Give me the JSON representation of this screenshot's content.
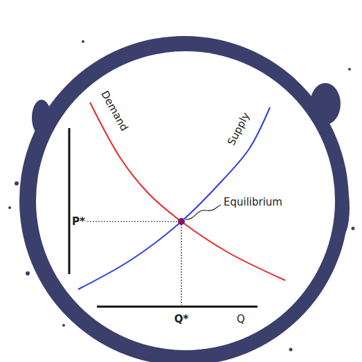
{
  "diagram": {
    "labels": [
      "Demand",
      "Supply",
      "Equilibrium",
      "P*",
      "Q*",
      "Q"
    ]
  }
}
